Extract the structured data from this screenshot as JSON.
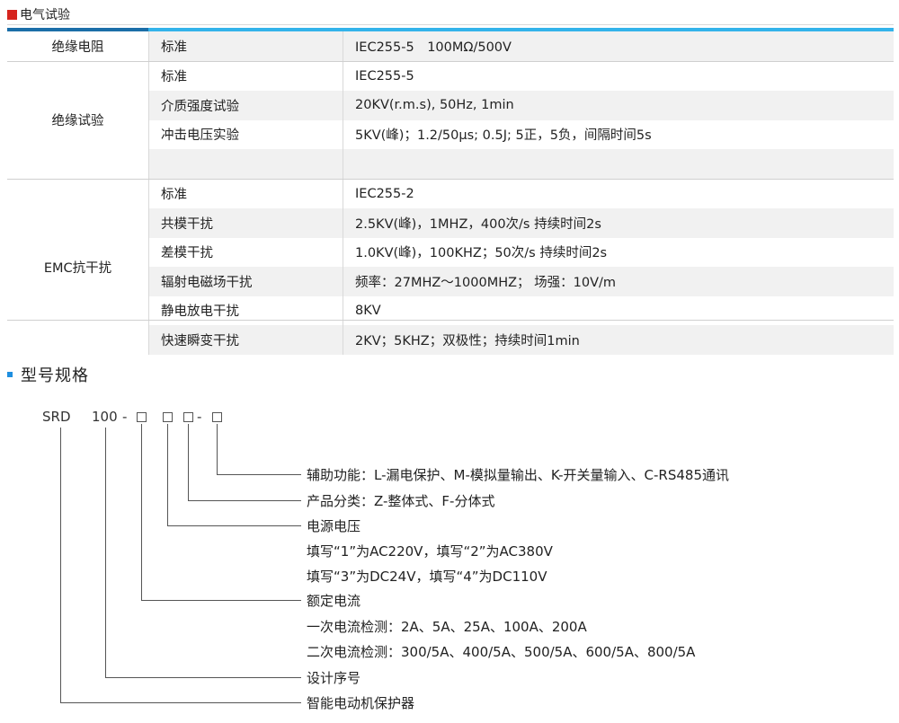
{
  "section_electrical": {
    "title": "电气试验",
    "groups": [
      {
        "name": "绝缘电阻",
        "rows": [
          {
            "item": "标准",
            "value": "IEC255-5　100MΩ/500V"
          }
        ]
      },
      {
        "name": "绝缘试验",
        "rows": [
          {
            "item": "标准",
            "value": "IEC255-5"
          },
          {
            "item": "介质强度试验",
            "value": "20KV(r.m.s), 50Hz, 1min"
          },
          {
            "item": "冲击电压实验",
            "value": "5KV(峰)；1.2/50μs; 0.5J; 5正，5负，间隔时间5s"
          }
        ]
      },
      {
        "name": "EMC抗干扰",
        "rows": [
          {
            "item": "标准",
            "value": "IEC255-2"
          },
          {
            "item": "共模干扰",
            "value": "2.5KV(峰)，1MHZ，400次/s 持续时间2s"
          },
          {
            "item": "差模干扰",
            "value": "1.0KV(峰)，100KHZ；50次/s 持续时间2s"
          },
          {
            "item": "辐射电磁场干扰",
            "value": "频率：27MHZ～1000MHZ； 场强：10V/m"
          },
          {
            "item": "静电放电干扰",
            "value": "8KV"
          },
          {
            "item": "快速瞬变干扰",
            "value": "2KV；5KHZ；双极性；持续时间1min"
          }
        ]
      }
    ]
  },
  "section_model": {
    "title": "型号规格",
    "code": {
      "prefix": "SRD",
      "series": "100",
      "dash": "-"
    },
    "legend": [
      "辅助功能：L-漏电保护、M-模拟量输出、K-开关量输入、C-RS485通讯",
      "产品分类：Z-整体式、F-分体式",
      "电源电压",
      "填写“1”为AC220V，填写“2”为AC380V",
      "填写“3”为DC24V，填写“4”为DC110V",
      "额定电流",
      "一次电流检测：2A、5A、25A、100A、200A",
      "二次电流检测：300/5A、400/5A、500/5A、600/5A、800/5A",
      "设计序号",
      "智能电动机保护器"
    ]
  }
}
